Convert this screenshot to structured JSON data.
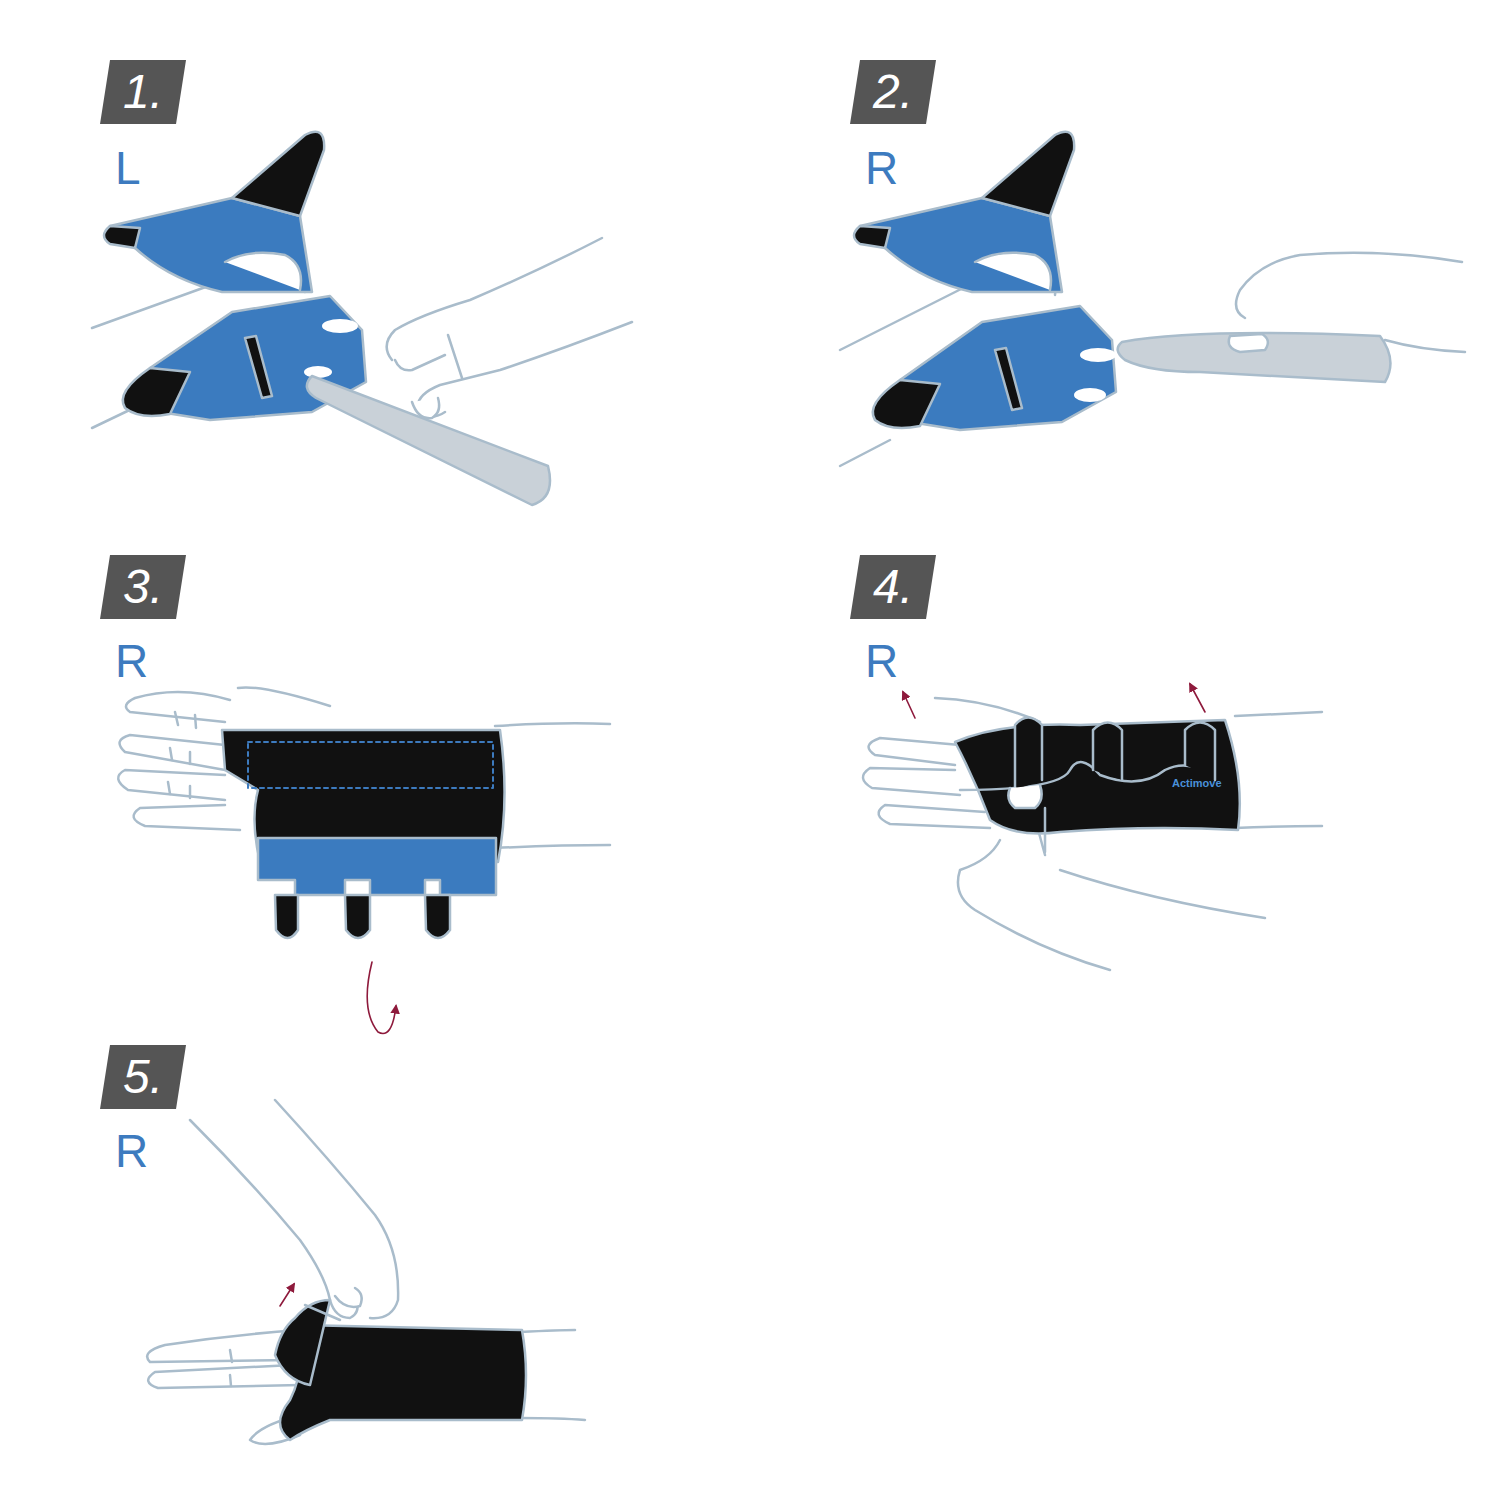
{
  "diagram": {
    "nodes": [
      {
        "text": [
          "1."
        ]
      },
      {
        "text": [
          "2."
        ]
      },
      {
        "text": [
          "3."
        ]
      },
      {
        "text": [
          "4."
        ]
      },
      {
        "text": [
          "5."
        ]
      }
    ],
    "labels": [
      "L",
      "R",
      "R",
      "R",
      "R",
      "Actimove"
    ]
  }
}
